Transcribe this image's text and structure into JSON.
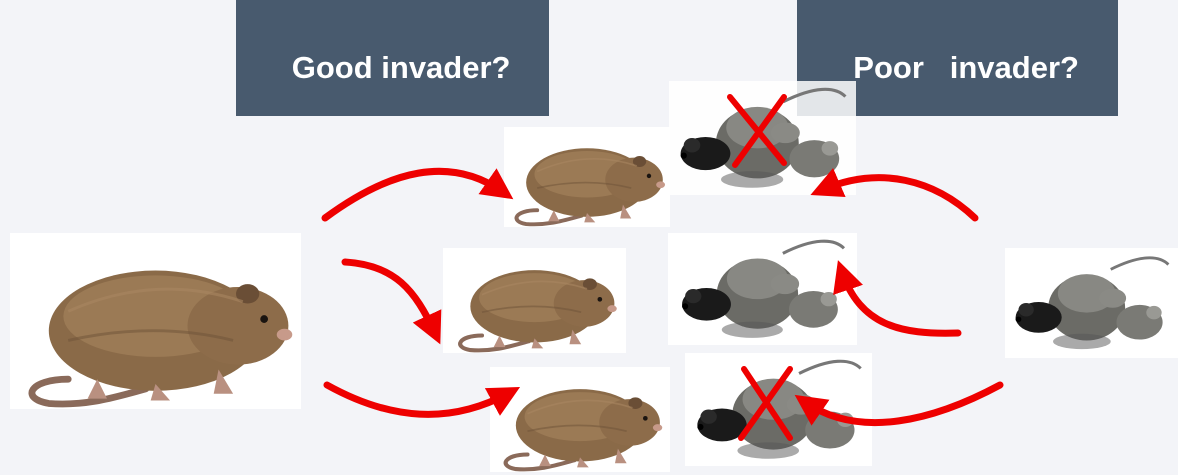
{
  "labels": {
    "good": "Good invader?",
    "poor": "Poor   invader?"
  },
  "colors": {
    "label_background": "#485a6e",
    "label_text": "#ffffff",
    "arrow": "#ee0000",
    "cross": "#ee0000",
    "background": "#f3f4f8"
  },
  "images": {
    "large_rodent": "brown-rodent-illustration",
    "small_rodent_copies": "brown-rodent-illustration",
    "mouse_group": "black-and-grey-mice-photo"
  }
}
